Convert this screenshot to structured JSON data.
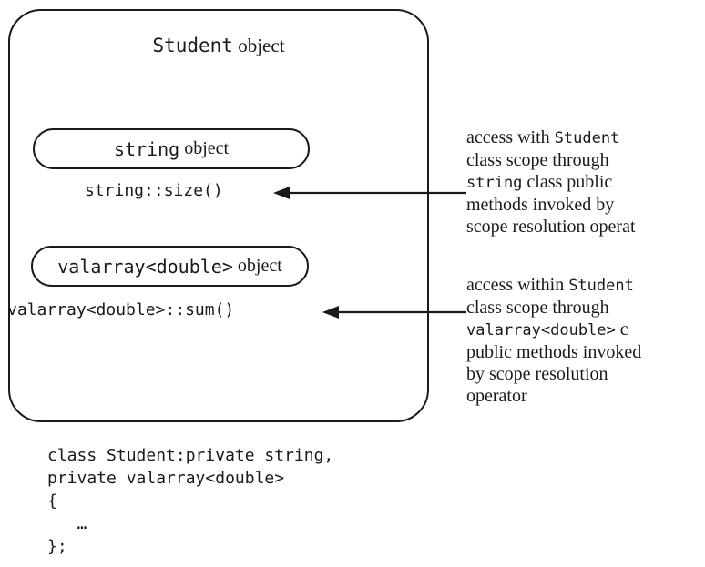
{
  "student_object": {
    "title_code": "Student",
    "title_text": " object"
  },
  "string_object": {
    "label_code": "string",
    "label_text": " object",
    "method": "string::size()"
  },
  "valarray_object": {
    "label_code": "valarray<double>",
    "label_text": " object",
    "method": "valarray<double>::sum()"
  },
  "annotation_string": {
    "l1_text": "access with ",
    "l1_code": "Student",
    "l2_text": "class scope through",
    "l3_code": "string",
    "l3_text": " class public",
    "l4_text": "methods invoked by",
    "l5_text": "scope resolution operat"
  },
  "annotation_valarray": {
    "l1_text": "access within ",
    "l1_code": "Student",
    "l2_text": "class scope through",
    "l3_code": "valarray<double>",
    "l3_text": " c",
    "l4_text": "public methods invoked",
    "l5_text": "by scope resolution",
    "l6_text": "operator"
  },
  "code_block": {
    "lines": [
      "class Student:private string,",
      "private valarray<double>",
      "{",
      "   …",
      "};"
    ]
  },
  "colors": {
    "ink": "#1a1a1a",
    "background": "#ffffff"
  }
}
